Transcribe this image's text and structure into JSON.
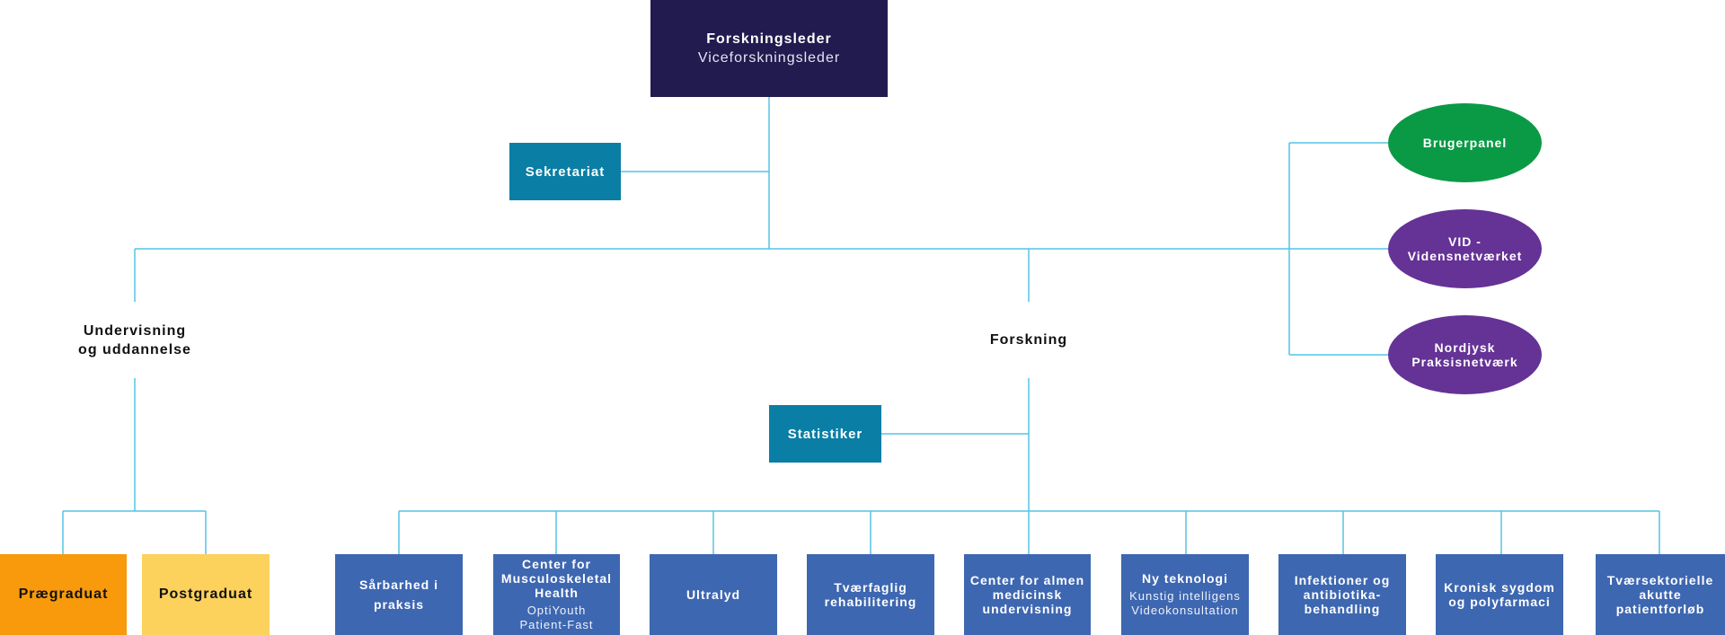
{
  "leader": {
    "title": "Forskningsleder",
    "subtitle": "Viceforskningsleder"
  },
  "staff": {
    "secretariat": "Sekretariat",
    "statistician": "Statistiker"
  },
  "advisory": {
    "user_panel": "Brugerpanel",
    "vid": [
      "VID -",
      "Vidensnetværket"
    ],
    "nordjysk": [
      "Nordjysk",
      "Praksisnetværk"
    ]
  },
  "sections": {
    "education": [
      "Undervisning",
      "og uddannelse"
    ],
    "research": "Forskning"
  },
  "education_units": {
    "pregraduate": "Prægraduat",
    "postgraduate": "Postgraduat"
  },
  "research_units": [
    {
      "lines": [
        "Sårbarhed i",
        "praksis"
      ],
      "sub": []
    },
    {
      "lines": [
        "Center for",
        "Musculoskeletal",
        "Health"
      ],
      "sub": [
        "OptiYouth",
        "Patient-Fast"
      ]
    },
    {
      "lines": [
        "Ultralyd"
      ],
      "sub": []
    },
    {
      "lines": [
        "Tværfaglig",
        "rehabilitering"
      ],
      "sub": []
    },
    {
      "lines": [
        "Center for almen",
        "medicinsk",
        "undervisning"
      ],
      "sub": []
    },
    {
      "lines": [
        "Ny teknologi"
      ],
      "sub": [
        "Kunstig intelligens",
        "Videokonsultation"
      ]
    },
    {
      "lines": [
        "Infektioner og",
        "antibiotika-",
        "behandling"
      ],
      "sub": []
    },
    {
      "lines": [
        "Kronisk sygdom",
        "og polyfarmaci"
      ],
      "sub": []
    },
    {
      "lines": [
        "Tværsektorielle",
        "akutte",
        "patientforløb"
      ],
      "sub": []
    }
  ],
  "colors": {
    "leader": "#221b4f",
    "teal": "#0a7ea5",
    "unit_blue": "#3e67b1",
    "pregraduate_orange": "#f89a0b",
    "postgraduate_yellow": "#fcd15c",
    "user_panel_green": "#0a9a45",
    "network_purple": "#653296",
    "connector": "#55c3e6"
  }
}
